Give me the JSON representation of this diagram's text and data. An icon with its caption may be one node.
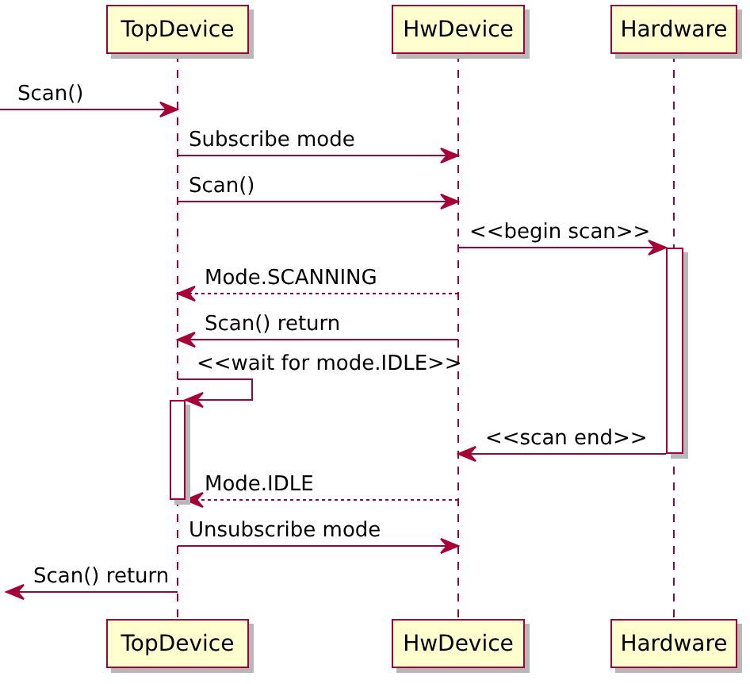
{
  "diagram": {
    "nodes": [
      {
        "text": [
          "TopDevice"
        ]
      },
      {
        "text": [
          "HwDevice"
        ]
      },
      {
        "text": [
          "Hardware"
        ]
      },
      {
        "text": [],
        "shape": "line"
      },
      {
        "text": [],
        "shape": "line"
      },
      {
        "text": [],
        "shape": "line"
      },
      {
        "text": [],
        "shape": "bar"
      },
      {
        "text": [],
        "shape": "bar"
      },
      {
        "text": [
          "TopDevice"
        ]
      },
      {
        "text": [
          "HwDevice"
        ]
      },
      {
        "text": [
          "Hardware"
        ]
      }
    ],
    "edges": [
      {
        "from": null,
        "to": 3,
        "arrow": "to",
        "label": "Scan()"
      },
      {
        "from": 3,
        "to": 4,
        "arrow": "to",
        "label": "Subscribe mode"
      },
      {
        "from": 3,
        "to": 4,
        "arrow": "to",
        "label": "Scan()"
      },
      {
        "from": 4,
        "to": 6,
        "arrow": "to",
        "label": "<<begin scan>>"
      },
      {
        "from": 4,
        "to": 3,
        "arrow": "to",
        "label": "Mode.SCANNING",
        "style": "dashed"
      },
      {
        "from": 4,
        "to": 3,
        "arrow": "to",
        "label": "Scan() return"
      },
      {
        "from": 3,
        "to": 7,
        "arrow": "to",
        "label": "<<wait for mode.IDLE>>"
      },
      {
        "from": 6,
        "to": 4,
        "arrow": "to",
        "label": "<<scan end>>"
      },
      {
        "from": 4,
        "to": 7,
        "arrow": "to",
        "label": "Mode.IDLE",
        "style": "dashed"
      },
      {
        "from": 3,
        "to": 4,
        "arrow": "to",
        "label": "Unsubscribe mode"
      },
      {
        "from": 3,
        "to": null,
        "arrow": "to",
        "label": "Scan() return"
      }
    ]
  }
}
